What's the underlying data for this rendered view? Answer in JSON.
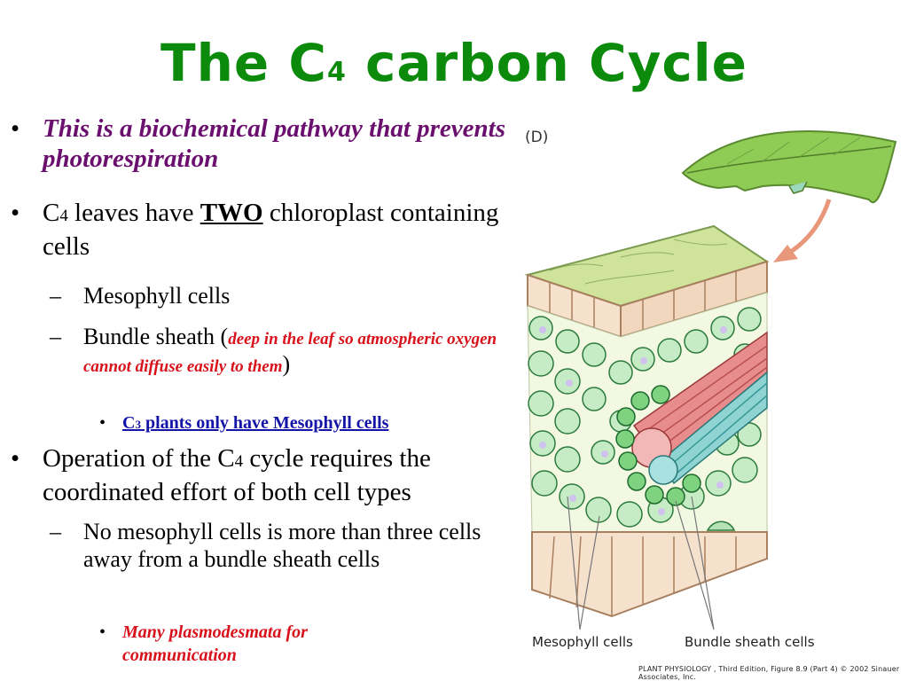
{
  "title": {
    "pre": "The C",
    "sub": "4",
    "post": " carbon Cycle"
  },
  "bullets": {
    "b1": {
      "marker": "•",
      "text": "This is a biochemical pathway that prevents photorespiration"
    },
    "b2": {
      "marker": "•",
      "pre": "C",
      "sub": "4",
      "mid": " leaves have ",
      "strong": "TWO",
      "post": " chloroplast containing cells"
    },
    "b2a": {
      "marker": "–",
      "text": "Mesophyll cells"
    },
    "b2b": {
      "marker": "–",
      "pre": "Bundle sheath (",
      "note": "deep in the leaf so atmospheric oxygen cannot diffuse easily to them",
      "post": ")"
    },
    "b2b1": {
      "marker": "•",
      "pre": "C",
      "sub": "3",
      "post": " plants only have Mesophyll cells"
    },
    "b3": {
      "marker": "•",
      "pre": "Operation of the C",
      "sub": "4",
      "post": " cycle requires the coordinated effort of both cell types"
    },
    "b3a": {
      "marker": "–",
      "text": "No mesophyll cells is more than three cells away from a bundle sheath cells"
    },
    "b3a1": {
      "marker": "•",
      "text": "Many plasmodesmata for communication"
    }
  },
  "figure": {
    "panel_label": "(D)",
    "label_mesophyll": "Mesophyll cells",
    "label_bundle": "Bundle sheath cells"
  },
  "caption": "PLANT PHYSIOLOGY , Third Edition, Figure 8.9 (Part 4)  © 2002 Sinauer Associates, Inc.",
  "colors": {
    "title": "#0b8a0b",
    "purple": "#6a0f6e",
    "red": "#d8111a",
    "blue": "#1414a8"
  }
}
